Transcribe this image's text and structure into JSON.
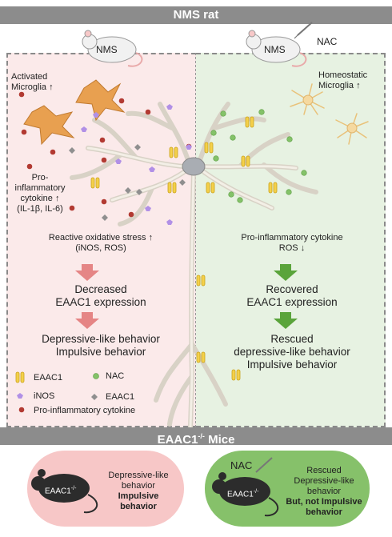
{
  "top_banner": "NMS rat",
  "bottom_banner_prefix": "EAAC1",
  "bottom_banner_sup": "-/-",
  "bottom_banner_suffix": " Mice",
  "left": {
    "rat_label": "NMS",
    "microglia_line1": "Activated",
    "microglia_line2": "Microglia ↑",
    "cytokine_lines": [
      "Pro-",
      "inflammatory",
      "cytokine ↑",
      "(IL-1β, IL-6)"
    ],
    "stress_line1": "Reactive oxidative stress ↑",
    "stress_line2": "(iNOS, ROS)",
    "eaac1_line1": "Decreased",
    "eaac1_line2": "EAAC1 expression",
    "behavior_line1": "Depressive-like behavior",
    "behavior_line2": "Impulsive behavior"
  },
  "right": {
    "rat_label": "NMS",
    "treatment_label": "NAC",
    "microglia_line1": "Homeostatic",
    "microglia_line2": "Microglia ↑",
    "cytokine_line1": "Pro-inflammatory cytokine",
    "cytokine_line2": "ROS ↓",
    "eaac1_line1": "Recovered",
    "eaac1_line2": "EAAC1 expression",
    "behavior_line1": "Rescued",
    "behavior_line2": "depressive-like behavior",
    "behavior_line3": "Impulsive behavior"
  },
  "legend": {
    "eaac1": "EAAC1",
    "inos": "iNOS",
    "cytokine": "Pro-inflammatory cytokine",
    "nac": "NAC",
    "eaac1_diamond": "EAAC1"
  },
  "bottom_left": {
    "mouse_label_prefix": "EAAC1",
    "mouse_label_sup": "-/-",
    "line1": "Depressive-like",
    "line2": "behavior",
    "line3": "Impulsive",
    "line4": "behavior"
  },
  "bottom_right": {
    "nac_label": "NAC",
    "mouse_label_prefix": "EAAC1",
    "mouse_label_sup": "-/-",
    "line1": "Rescued",
    "line2": "Depressive-like",
    "line3": "behavior",
    "line4": "But, not Impulsive",
    "line5": "behavior"
  },
  "colors": {
    "banner": "#8c8c8c",
    "left_panel": "#fbeaea",
    "right_panel": "#e7f2e2",
    "red_arrow": "#e58585",
    "green_arrow": "#5aa43b",
    "eaac1_yellow": "#f4d04a",
    "inos_purple": "#b190e6",
    "cytokine_red": "#b23a32",
    "nac_green": "#84c269",
    "diamond_gray": "#8f8f8f",
    "activated_microglia": "#e8a050",
    "homeostatic_microglia": "#f5d9a0",
    "left_oval": "#f7c7c7",
    "right_oval": "#86c16a"
  }
}
